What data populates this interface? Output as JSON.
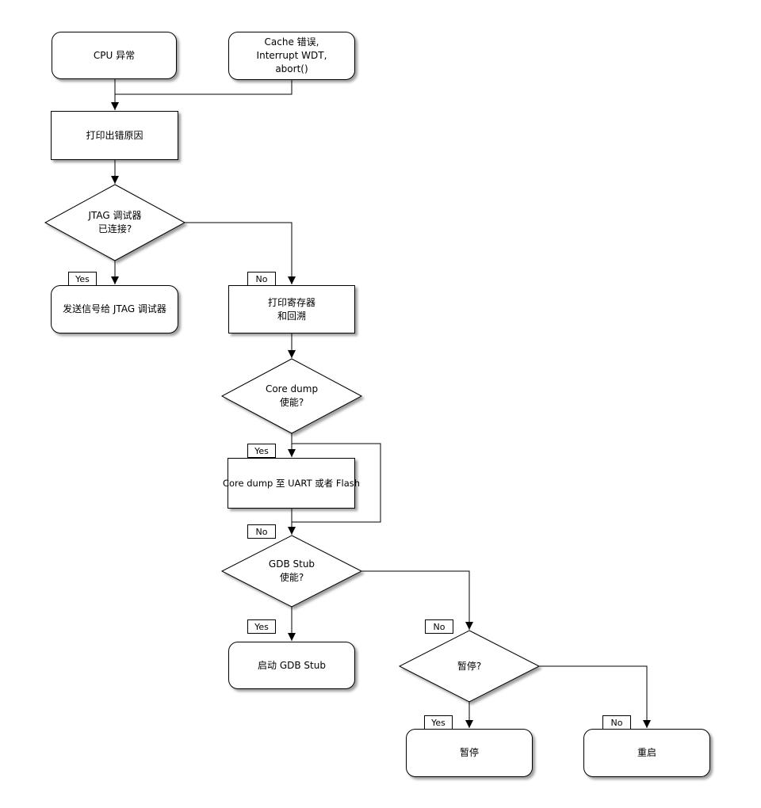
{
  "diagram": {
    "nodes": {
      "cpu_exception": {
        "label": "CPU 异常"
      },
      "fatal_sources": {
        "line1": "Cache 错误,",
        "line2": "Interrupt WDT,",
        "line3": "abort()"
      },
      "print_reason": {
        "label": "打印出错原因"
      },
      "jtag_decision": {
        "line1": "JTAG 调试器",
        "line2": "已连接?"
      },
      "send_signal_jtag": {
        "label": "发送信号给 JTAG 调试器"
      },
      "print_registers": {
        "line1": "打印寄存器",
        "line2": "和回溯"
      },
      "coredump_decision": {
        "line1": "Core dump",
        "line2": "使能?"
      },
      "coredump_write": {
        "label": "Core dump 至 UART 或者 Flash"
      },
      "gdbstub_decision": {
        "line1": "GDB Stub",
        "line2": "使能?"
      },
      "start_gdbstub": {
        "label": "启动 GDB Stub"
      },
      "halt_decision": {
        "label": "暂停?"
      },
      "halt": {
        "label": "暂停"
      },
      "reboot": {
        "label": "重启"
      }
    },
    "edge_labels": {
      "yes": "Yes",
      "no": "No"
    },
    "colors": {
      "shape_fill": "#ffffff",
      "stroke": "#000000",
      "background": "#ffffff"
    }
  }
}
